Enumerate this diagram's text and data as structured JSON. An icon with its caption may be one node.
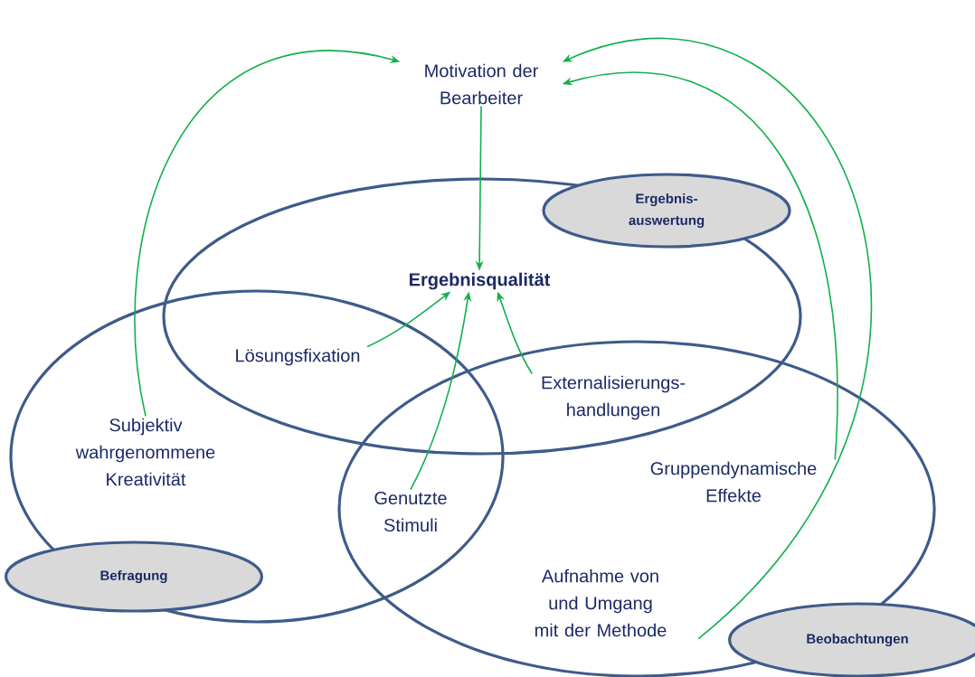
{
  "diagram": {
    "nodes": [
      {
        "text": [
          "Motivation der Bearbeiter"
        ]
      },
      {
        "text": [
          "Ergebnis- auswertung"
        ]
      },
      {
        "text": [
          "Ergebnisqualität"
        ]
      },
      {
        "text": [
          "Lösungsfixation"
        ]
      },
      {
        "text": [
          "Externalisierungs- handlungen"
        ]
      },
      {
        "text": [
          "Subjektiv wahrgenommene Kreativität"
        ]
      },
      {
        "text": [
          "Gruppendynamische Effekte"
        ]
      },
      {
        "text": [
          "Genutzte Stimuli"
        ]
      },
      {
        "text": [
          "Befragung"
        ]
      },
      {
        "text": [
          "Aufnahme von und Umgang mit der Methode"
        ]
      },
      {
        "text": [
          "Beobachtungen"
        ]
      }
    ],
    "edges": [
      {
        "from": 5,
        "to": 0,
        "arrow": "to"
      },
      {
        "from": 6,
        "to": 0,
        "arrow": "to"
      },
      {
        "from": 9,
        "to": 0,
        "arrow": "to"
      },
      {
        "from": 0,
        "to": 2,
        "arrow": "to"
      },
      {
        "from": 3,
        "to": 2,
        "arrow": "to"
      },
      {
        "from": 7,
        "to": 2,
        "arrow": "to"
      },
      {
        "from": 4,
        "to": 2,
        "arrow": "to"
      }
    ]
  }
}
